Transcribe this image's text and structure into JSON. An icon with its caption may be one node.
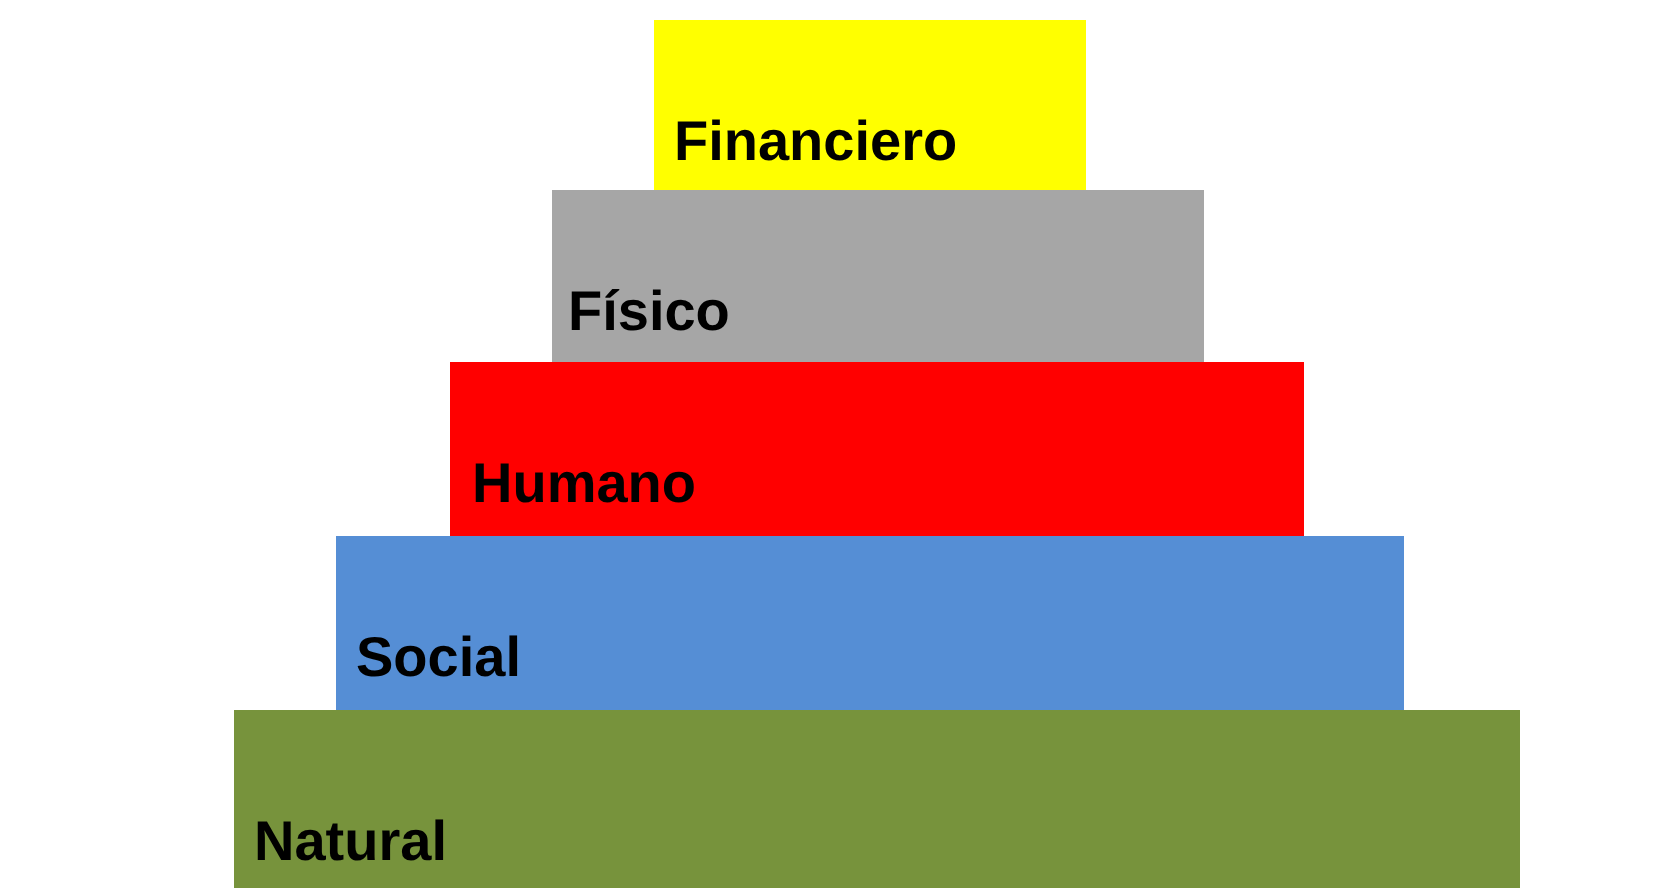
{
  "diagram": {
    "nodes": [
      {
        "text": [
          "Financiero"
        ]
      },
      {
        "text": [
          "Físico"
        ]
      },
      {
        "text": [
          "Humano"
        ]
      },
      {
        "text": [
          "Social"
        ]
      },
      {
        "text": [
          "Natural"
        ]
      }
    ]
  }
}
